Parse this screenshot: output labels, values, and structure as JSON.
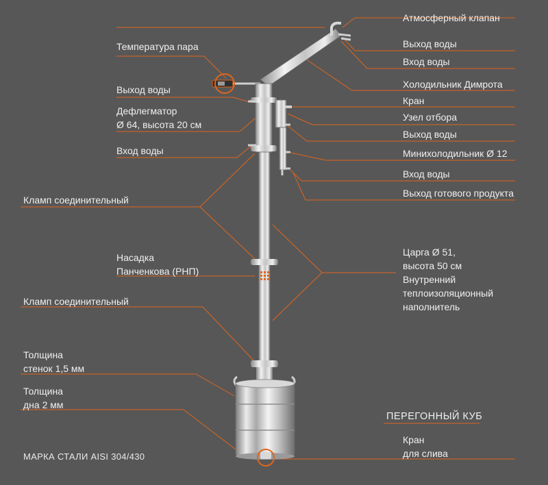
{
  "colors": {
    "background": "#575757",
    "leader": "#e0661c",
    "text": "#f0f0f0"
  },
  "labels": {
    "atmospheric_valve": "Атмосферный клапан",
    "water_out_1": "Выход воды",
    "water_in_1": "Вход воды",
    "dimroth_cooler": "Холодильник Димрота",
    "tap": "Кран",
    "takeoff_node": "Узел отбора",
    "water_out_2": "Выход воды",
    "mini_cooler": "Минихолодильник Ø 12",
    "water_in_2": "Вход воды",
    "product_out": "Выход готового продукта",
    "column_line1": "Царга Ø 51,",
    "column_line2": "высота 50 см",
    "insulation_line1": "Внутренний",
    "insulation_line2": "теплоизоляционный",
    "insulation_line3": "наполнитель",
    "still_heading": "ПЕРЕГОННЫЙ КУБ",
    "drain_tap_line1": "Кран",
    "drain_tap_line2": "для слива",
    "vapor_temp": "Температура пара",
    "water_out_left": "Выход воды",
    "dephlegmator_line1": "Дефлегматор",
    "dephlegmator_line2": "Ø 64, высота 20 см",
    "water_in_left": "Вход воды",
    "clamp_1": "Кламп соединительный",
    "packing_line1": "Насадка",
    "packing_line2": "Панченкова (РНП)",
    "clamp_2": "Кламп соединительный",
    "wall_line1": "Толщина",
    "wall_line2": "стенок 1,5 мм",
    "bottom_line1": "Толщина",
    "bottom_line2": "дна 2 мм",
    "steel_grade": "МАРКА СТАЛИ AISI 304/430"
  }
}
